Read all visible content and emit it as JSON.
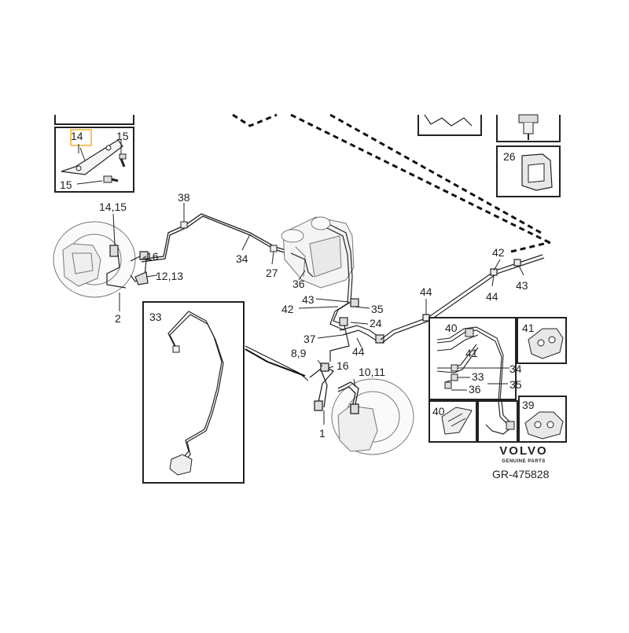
{
  "diagram": {
    "callouts": {
      "c14": "14",
      "c15a": "15",
      "c15b": "15",
      "c26": "26",
      "c14_15": "14,15",
      "c38": "38",
      "c16a": "16",
      "c12_13": "12,13",
      "c2": "2",
      "c34a": "34",
      "c27": "27",
      "c36a": "36",
      "c43a": "43",
      "c42a": "42",
      "c35a": "35",
      "c24": "24",
      "c37": "37",
      "c44a": "44",
      "c8_9": "8,9",
      "c16b": "16",
      "c10_11": "10,11",
      "c1": "1",
      "c33a": "33",
      "c44b": "44",
      "c42b": "42",
      "c44c": "44",
      "c43b": "43",
      "c40a": "40",
      "c41a": "41",
      "c41b": "41",
      "c34b": "34",
      "c33b": "33",
      "c35b": "35",
      "c36b": "36",
      "c40b": "40",
      "c39": "39"
    },
    "brand": {
      "name": "VOLVO",
      "tagline": "GENUINE PARTS"
    },
    "reference": "GR-475828",
    "colors": {
      "line": "#222222",
      "highlight": "#f2b233",
      "part_fill": "#e8e8e8"
    }
  }
}
